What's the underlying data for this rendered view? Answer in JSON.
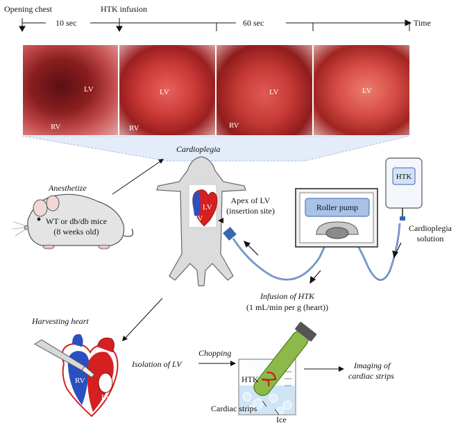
{
  "timeline": {
    "opening_chest": "Opening chest",
    "interval_1": "10 sec",
    "htk_infusion": "HTK infusion",
    "interval_2": "60 sec",
    "time": "Time"
  },
  "photos": [
    {
      "labels": [
        "LV",
        "RV"
      ]
    },
    {
      "labels": [
        "LV",
        "RV"
      ]
    },
    {
      "labels": [
        "LV",
        "RV"
      ]
    },
    {
      "labels": [
        "LV"
      ]
    }
  ],
  "steps": {
    "cardioplegia": "Cardioplegia",
    "anesthetize": "Anesthetize",
    "mice": [
      "WT or db/db mice",
      "(8 weeks old)"
    ],
    "mouse_labels": {
      "lv": "LV",
      "rv": "RV"
    },
    "apex": [
      "Apex of LV",
      "(insertion site)"
    ],
    "htk_bag": "HTK",
    "roller_pump": "Roller pump",
    "cardioplegia_solution": [
      "Cardioplegia",
      "solution"
    ],
    "infusion_title": "Infusion of HTK",
    "infusion_rate": "(1 mL/min per g (heart))",
    "harvesting": "Harvesting heart",
    "isolation": "Isolation of LV",
    "heart_labels": {
      "rv": "RV",
      "lv": "LV"
    },
    "chopping": "Chopping",
    "beaker_htk": "HTK",
    "cardiac_strips": "Cardiac strips",
    "ice": "Ice",
    "imaging": [
      "Imaging of",
      "cardiac strips"
    ]
  },
  "colors": {
    "tube": "#3a66b0",
    "heart_red": "#d42020",
    "heart_blue": "#2a4fbf",
    "pump_panel": "#a9c3e8",
    "photo_bg": "#7a1a16"
  }
}
